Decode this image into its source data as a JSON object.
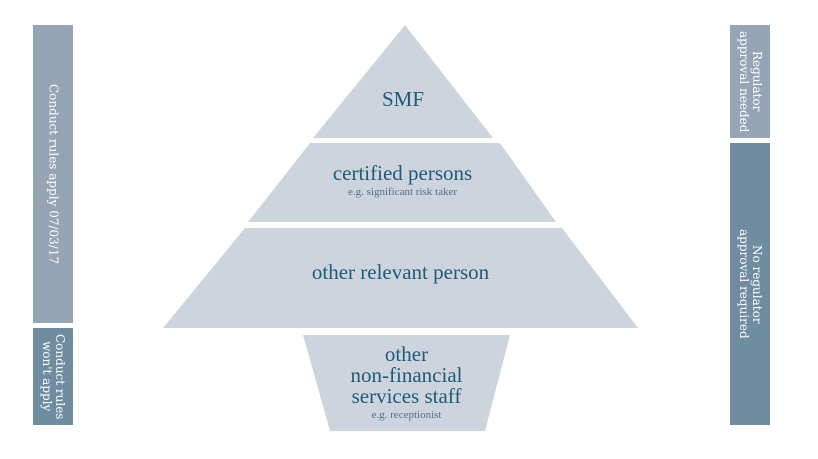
{
  "left_bars": [
    {
      "label": "Conduct rules apply 07/03/17"
    },
    {
      "label": "Conduct rules\nwon't apply"
    }
  ],
  "right_bars": [
    {
      "label": "Regulator\napproval needed"
    },
    {
      "label": "No regulator\napproval required"
    }
  ],
  "pyramid": {
    "tiers": [
      {
        "title": "SMF",
        "subtitle": ""
      },
      {
        "title": "certified persons",
        "subtitle": "e.g. significant risk taker"
      },
      {
        "title": "other relevant person",
        "subtitle": ""
      },
      {
        "title": "other\nnon-financial\nservices staff",
        "subtitle": "e.g. receptionist"
      }
    ]
  },
  "colors": {
    "tier_fill": "#cdd4de",
    "text": "#1f5a78",
    "bar_light": "#95a5b6",
    "bar_dark": "#6f8ca1"
  }
}
